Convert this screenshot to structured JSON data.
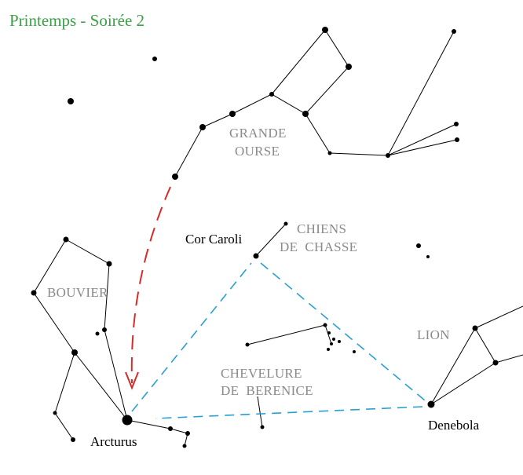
{
  "title": "Printemps - Soirée 2",
  "colors": {
    "title": "#3aa046",
    "constellation_label": "#8a8a8a",
    "pointer_arrow": "#d42b2b",
    "triangle": "#2a9fd6"
  },
  "constellations": {
    "grande_ourse": {
      "line1": "GRANDE",
      "line2": "OURSE"
    },
    "chiens_de_chasse": {
      "line1": "CHIENS",
      "line2": "DE  CHASSE"
    },
    "bouvier": {
      "line1": "BOUVIER"
    },
    "chevelure_de_berenice": {
      "line1": "CHEVELURE",
      "line2": "DE  BERENICE"
    },
    "lion": {
      "line1": "LION"
    }
  },
  "stars": {
    "arcturus": "Arcturus",
    "cor_caroli": "Cor Caroli",
    "denebola": "Denebola"
  }
}
